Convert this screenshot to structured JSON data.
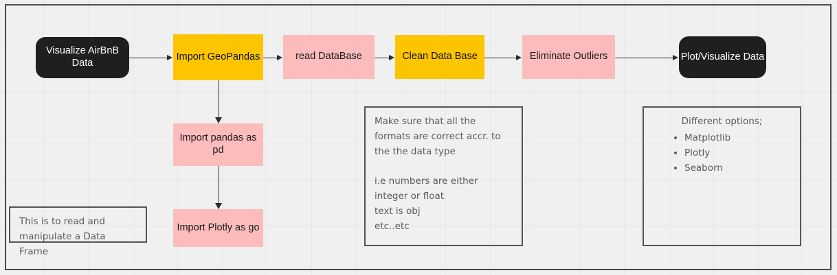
{
  "diagram": {
    "title": "AirBnB data visualization flowchart",
    "canvas_bg": "#f0f0f0",
    "frame_color": "#4a4a4a",
    "colors": {
      "dark": "#1f1f1f",
      "yellow": "#fdc500",
      "pink": "#fcbcbc",
      "connector": "#2b2b2b",
      "note_text": "#5a5a5a"
    },
    "nodes": {
      "start": "Visualize AirBnB Data",
      "import_geopandas": "Import GeoPandas",
      "read_database": "read DataBase",
      "clean_database": "Clean Data Base",
      "eliminate_outliers": "Eliminate Outliers",
      "plot_visualize": "Plot/Visualize Data",
      "import_pandas": "Import pandas as pd",
      "import_plotly": "Import Plotly as go"
    },
    "notes": {
      "dataframe_note": "This is to read and\nmanipulate a Data Frame",
      "formats_note": "Make sure that all the\nformats are correct accr. to\nthe the data type\n\ni.e numbers are either\ninteger or float\ntext is obj\netc..etc",
      "options_title": "Different options;",
      "options_items": [
        "Matplotlib",
        "Plotly",
        "Seaborn"
      ]
    }
  }
}
